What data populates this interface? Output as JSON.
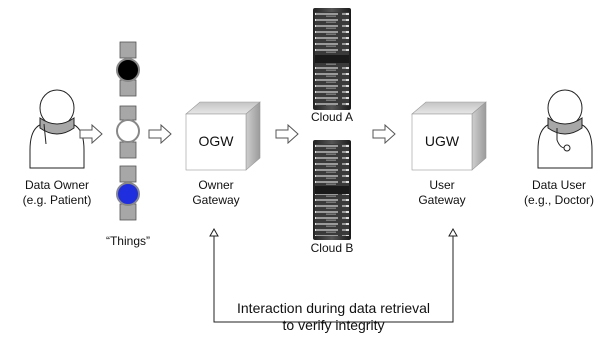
{
  "data_owner": {
    "line1": "Data Owner",
    "line2": "(e.g. Patient)"
  },
  "things": {
    "label": "“Things”"
  },
  "ogw": {
    "box_label": "OGW",
    "line1": "Owner",
    "line2": "Gateway"
  },
  "cloud_a": {
    "label": "Cloud A"
  },
  "cloud_b": {
    "label": "Cloud B"
  },
  "ugw": {
    "box_label": "UGW",
    "line1": "User",
    "line2": "Gateway"
  },
  "data_user": {
    "line1": "Data User",
    "line2": "(e.g., Doctor)"
  },
  "interaction": {
    "line1": "Interaction during data retrieval",
    "line2": "to verify integrity"
  },
  "colors": {
    "watch_top": "#000000",
    "watch_middle": "#ffffff",
    "watch_bottom": "#1f2fe0",
    "strap": "#a7a7a7",
    "box_face": "#ffffff"
  }
}
